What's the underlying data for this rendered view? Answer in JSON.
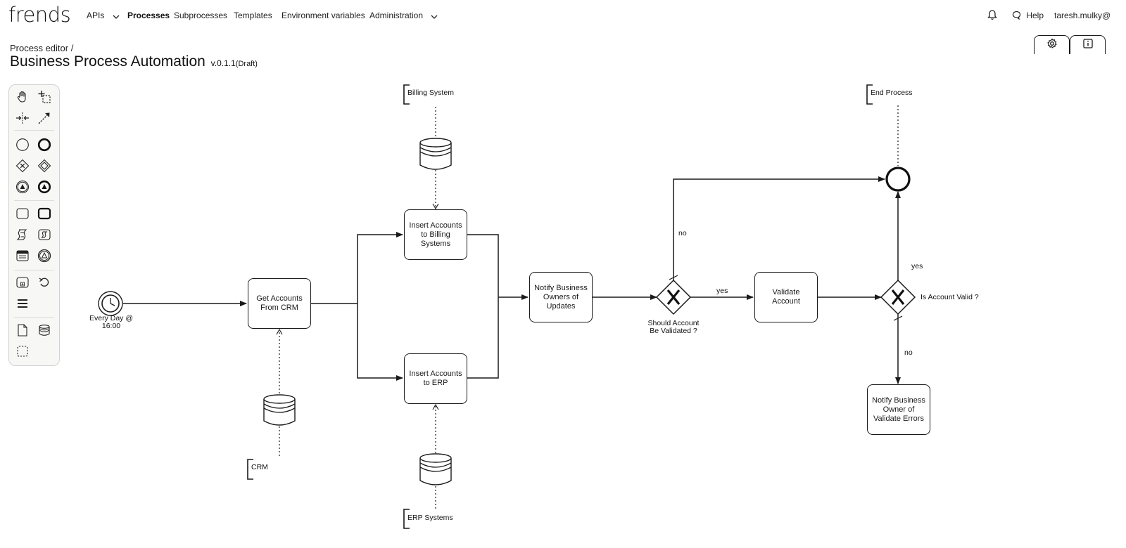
{
  "nav": {
    "logo": "frends",
    "items": [
      {
        "label": "APIs"
      },
      {
        "label": "Processes"
      },
      {
        "label": "Subprocesses"
      },
      {
        "label": "Templates"
      },
      {
        "label": "Environment variables"
      },
      {
        "label": "Administration"
      }
    ],
    "active": "Processes",
    "help_label": "Help",
    "user": "taresh.mulky@"
  },
  "header": {
    "breadcrumb": "Process editor /",
    "title": "Business Process Automation",
    "version": "v.0.1.1",
    "status": "(Draft)"
  },
  "toolbar": {
    "buttons": [
      {
        "name": "settings",
        "icon": "gear-icon"
      },
      {
        "name": "info",
        "icon": "info-icon"
      }
    ]
  },
  "palette": {
    "tools": [
      "hand-tool-icon",
      "lasso-tool-icon",
      "space-tool-icon",
      "global-connect-icon",
      "start-event-icon",
      "end-event-icon",
      "exclusive-gateway-icon",
      "gateway-icon",
      "intermediate-throw-event-icon",
      "intermediate-end-event-icon",
      "task-icon",
      "call-activity-icon",
      "script-task-icon",
      "subprocess-task-icon",
      "user-task-icon",
      "signal-event-icon",
      "collapsed-subprocess-icon",
      "loop-icon",
      "menu-icon",
      "data-object-icon",
      "data-store-icon",
      "group-icon"
    ]
  },
  "diagram": {
    "start_event": {
      "label_line1": "Every Day @",
      "label_line2": "16:00"
    },
    "tasks": {
      "get_accounts": "Get Accounts From CRM",
      "insert_billing": "Insert Accounts to Billing Systems",
      "insert_erp": "Insert Accounts to ERP",
      "notify_updates": "Notify Business Owners of Updates",
      "validate_account": "Validate Account",
      "notify_errors": "Notify Business Owner of Validate Errors"
    },
    "gateways": {
      "should_validate_line1": "Should Account",
      "should_validate_line2": "Be Validated ?",
      "is_valid": "Is Account Valid ?"
    },
    "annotations": {
      "billing": "Billing System",
      "end_process": "End Process",
      "crm": "CRM",
      "erp": "ERP Systems"
    },
    "flow_labels": {
      "no_top": "no",
      "yes_middle": "yes",
      "yes_right": "yes",
      "no_bottom": "no"
    }
  }
}
